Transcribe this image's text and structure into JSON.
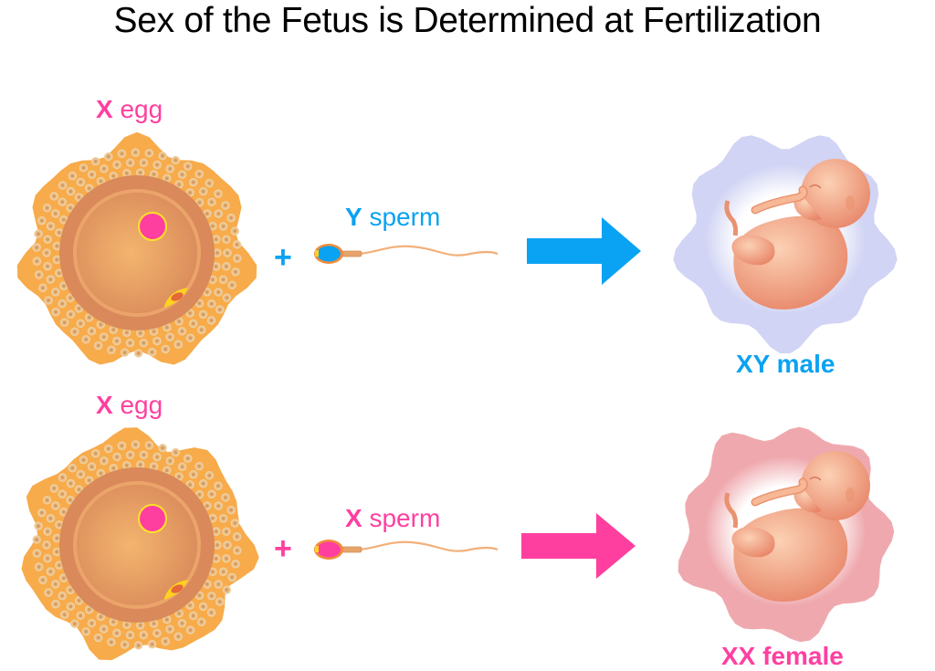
{
  "title": "Sex of the Fetus is Determined at Fertilization",
  "colors": {
    "male": "#0aa2f2",
    "female": "#ff3fa0",
    "egg": "#f7ab4a",
    "fetus": "#f0a07c"
  },
  "rows": [
    {
      "egg": {
        "chromosome": "X",
        "label": "egg"
      },
      "operator": "+",
      "sperm": {
        "chromosome": "Y",
        "label": "sperm",
        "head_color": "#0aa2f2"
      },
      "arrow_color": "#0aa2f2",
      "result": {
        "chromosomes": "XY",
        "label": "male",
        "halo_color": "#c9cdf2"
      }
    },
    {
      "egg": {
        "chromosome": "X",
        "label": "egg"
      },
      "operator": "+",
      "sperm": {
        "chromosome": "X",
        "label": "sperm",
        "head_color": "#ff3fa0"
      },
      "arrow_color": "#ff3fa0",
      "result": {
        "chromosomes": "XX",
        "label": "female",
        "halo_color": "#ec9aa0"
      }
    }
  ]
}
